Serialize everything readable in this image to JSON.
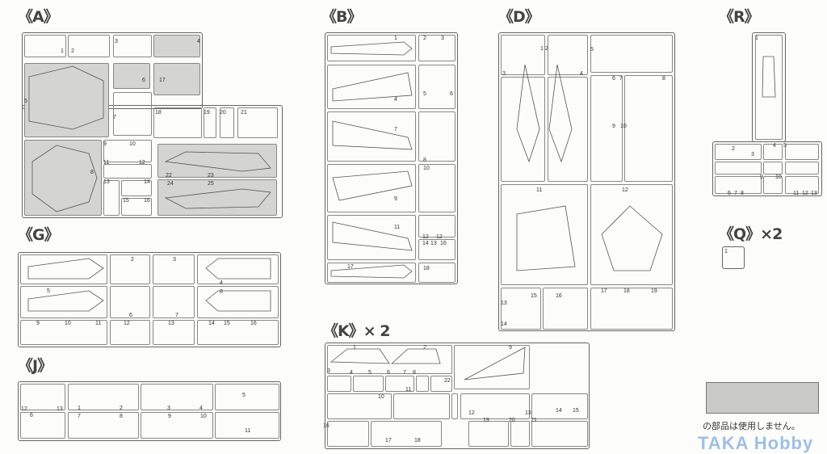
{
  "sprues": {
    "A": {
      "title": "《A》",
      "parts": [
        "1",
        "2",
        "3",
        "4",
        "5",
        "6",
        "17",
        "7",
        "18",
        "19",
        "20",
        "21",
        "9",
        "10",
        "11",
        "12",
        "8",
        "13",
        "14",
        "15",
        "16",
        "22",
        "23",
        "24",
        "25"
      ]
    },
    "B": {
      "title": "《B》",
      "parts": [
        "1",
        "2",
        "3",
        "4",
        "5",
        "6",
        "7",
        "8",
        "9",
        "10",
        "11",
        "12",
        "12",
        "14",
        "13",
        "16",
        "17",
        "18"
      ]
    },
    "D": {
      "title": "《D》",
      "parts": [
        "1",
        "2",
        "3",
        "4",
        "5",
        "6",
        "7",
        "8",
        "9",
        "10",
        "11",
        "12",
        "13",
        "14",
        "15",
        "16",
        "17",
        "18",
        "19"
      ]
    },
    "R": {
      "title": "《R》",
      "parts": [
        "1",
        "2",
        "3",
        "4",
        "5",
        "6",
        "7",
        "8",
        "9",
        "10",
        "11",
        "12",
        "13"
      ]
    },
    "Q": {
      "title": "《Q》×2",
      "parts": [
        "1"
      ]
    },
    "G": {
      "title": "《G》",
      "parts": [
        "2",
        "3",
        "4",
        "5",
        "6",
        "7",
        "8",
        "9",
        "10",
        "11",
        "12",
        "13",
        "14",
        "15",
        "16"
      ]
    },
    "J": {
      "title": "《J》",
      "parts": [
        "12",
        "13",
        "1",
        "2",
        "3",
        "4",
        "5",
        "6",
        "7",
        "8",
        "9",
        "10",
        "11"
      ]
    },
    "K": {
      "title": "《K》× 2",
      "parts": [
        "1",
        "2",
        "3",
        "4",
        "5",
        "6",
        "7",
        "8",
        "22",
        "9",
        "10",
        "11",
        "12",
        "13",
        "14",
        "15",
        "16",
        "17",
        "18",
        "19",
        "20",
        "21"
      ]
    }
  },
  "legend": {
    "note": "の部品は使用しません。",
    "fill_color": "#c9c9c7"
  },
  "watermark": "TAKA Hobby"
}
